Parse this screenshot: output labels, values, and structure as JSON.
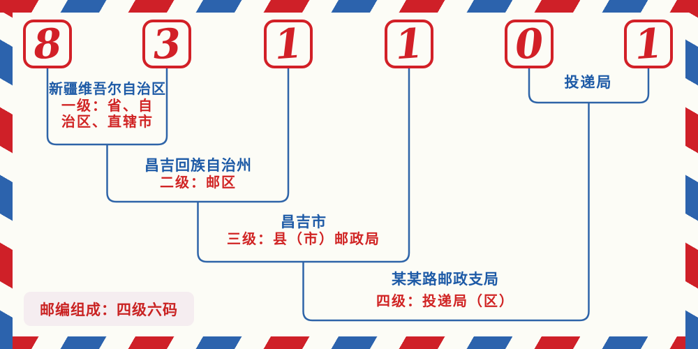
{
  "diagram": {
    "postal_code_digits": [
      "8",
      "3",
      "1",
      "1",
      "0",
      "1"
    ],
    "levels": {
      "level1": {
        "region": "新疆维吾尔自治区",
        "desc_line1": "一级：省、自",
        "desc_line2": "治区、直辖市"
      },
      "level2": {
        "region": "昌吉回族自治州",
        "desc": "二级：邮区"
      },
      "level3": {
        "region": "昌吉市",
        "desc": "三级：县（市）邮政局"
      },
      "level4": {
        "region": "某某路邮政支局",
        "desc": "四级：投递局（区）"
      },
      "delivery_office_label": "投递局"
    },
    "footer_note": "邮编组成：四级六码"
  },
  "colors": {
    "accent_red": "#d22027",
    "accent_blue": "#2c63ad",
    "connector_blue": "#2e64a8",
    "title_blue": "#1d5aa6",
    "desc_red": "#d02424",
    "badge_bg": "#f5edf0"
  }
}
